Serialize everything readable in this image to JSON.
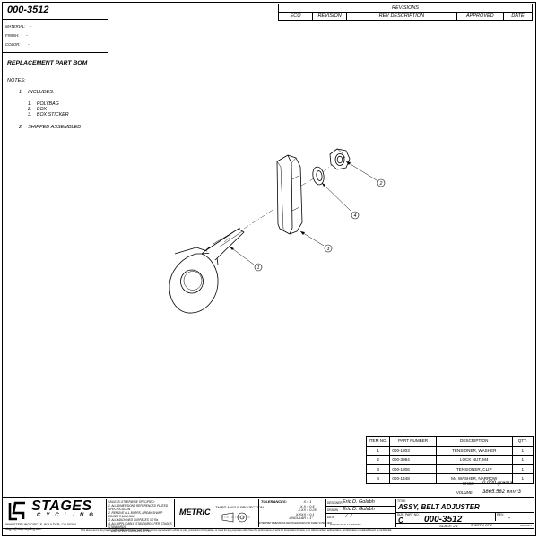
{
  "drawing_number": "000-3512",
  "properties": [
    {
      "label": "MATERIAL:",
      "value": "--"
    },
    {
      "label": "FINISH:",
      "value": "--"
    },
    {
      "label": "COLOR:",
      "value": "--"
    }
  ],
  "section_title": "REPLACEMENT PART BOM",
  "notes": {
    "heading": "NOTES:",
    "items": [
      {
        "num": "1.",
        "text": "INCLUDES:"
      },
      {
        "num": "2.",
        "text": "SHIPPED ASSEMBLED"
      }
    ],
    "subitems": [
      {
        "num": "1.",
        "text": "POLYBAG"
      },
      {
        "num": "2.",
        "text": "BOX"
      },
      {
        "num": "3.",
        "text": "BOX STICKER"
      }
    ]
  },
  "revisions": {
    "title": "REVISIONS",
    "headers": [
      "ECO",
      "REVISION",
      "REV DESCRIPTION",
      "APPROVED",
      "DATE"
    ]
  },
  "balloons": [
    "1",
    "2",
    "3",
    "4"
  ],
  "bom": {
    "headers": [
      "ITEM NO.",
      "PART NUMBER",
      "DESCRIPTION",
      "QTY."
    ],
    "rows": [
      [
        "1",
        "000-1803",
        "TENSIONER, WASHER",
        "1"
      ],
      [
        "2",
        "000-3984",
        "LOCK NUT, M4",
        "1"
      ],
      [
        "3",
        "000-1806",
        "TENSIONER, CLIP",
        "1"
      ],
      [
        "4",
        "000-1448",
        "M4 WASHER, NARROW",
        "1"
      ]
    ],
    "mass_label": "MASS:",
    "mass_value": "0.030 grams",
    "volume_label": "VOLUME:",
    "volume_value": "3865.582 mm^3"
  },
  "title_block": {
    "logo": "STAGES",
    "logo_sub": "CYCLING",
    "address": "5666 STERLING CIRCLE, BOULDER, CO 80304",
    "contact": "stages@stagescycling.com",
    "unless_note": "UNLESS OTHERWISE SPECIFIED:",
    "spec_notes": [
      "1. ALL DIMENSIONS REFERENCED PLATED SPECIFICATION",
      "2. REMOVE ALL BURRS, BREAK SHARP EDGES 0.1MM MAX",
      "3. ALL MACHINED SURFACES 3.2 Ra",
      "4. ALL APPLICABLE STANDARDS PER STAGES STANDARDS",
      "AND SPECIFICATIONS APPLY"
    ],
    "units": "METRIC",
    "projection": "THIRD ANGLE PROJECTION",
    "tolerances_label": "TOLERANCES:",
    "tolerances": [
      {
        "k": "X",
        "v": "± 1"
      },
      {
        "k": "X.X",
        "v": "± 0.5"
      },
      {
        "k": "X.XX",
        "v": "± 0.25"
      },
      {
        "k": "X.XXX",
        "v": "± 0.1"
      },
      {
        "k": "ANGULAR",
        "v": "± 1°"
      }
    ],
    "interpret_note": "INTERPRET DIMENSIONS AND TOLERANCES PER ASME Y14.5M - 1994",
    "noscale": "DO NOT SCALE DRAWING",
    "designer_label": "DESIGNER",
    "designer": "Eric D. Golabh",
    "drawn_label": "DRAWN",
    "drawn": "Eric D. Golabh",
    "date_label": "DATE",
    "date": "--/--/----",
    "title_label": "TITLE:",
    "title": "ASSY, BELT ADJUSTER",
    "size_label": "SIZE",
    "size": "C",
    "part_no_label": "PART NO.",
    "part_no": "000-3512",
    "rev_label": "REV.",
    "rev": "--",
    "scale": "SCALE: 2:1",
    "sheet": "SHEET 1 OF 1",
    "doc_id": "SFRQ-0074"
  },
  "proprietary": "This document is the property of Foundation Fitness, LLC. It may not be reproduced in whole or part, provided to third parties, or used for any purposes other than the performance of work for Foundation Fitness, LLC without written authorization. All information contained herein is confidential."
}
